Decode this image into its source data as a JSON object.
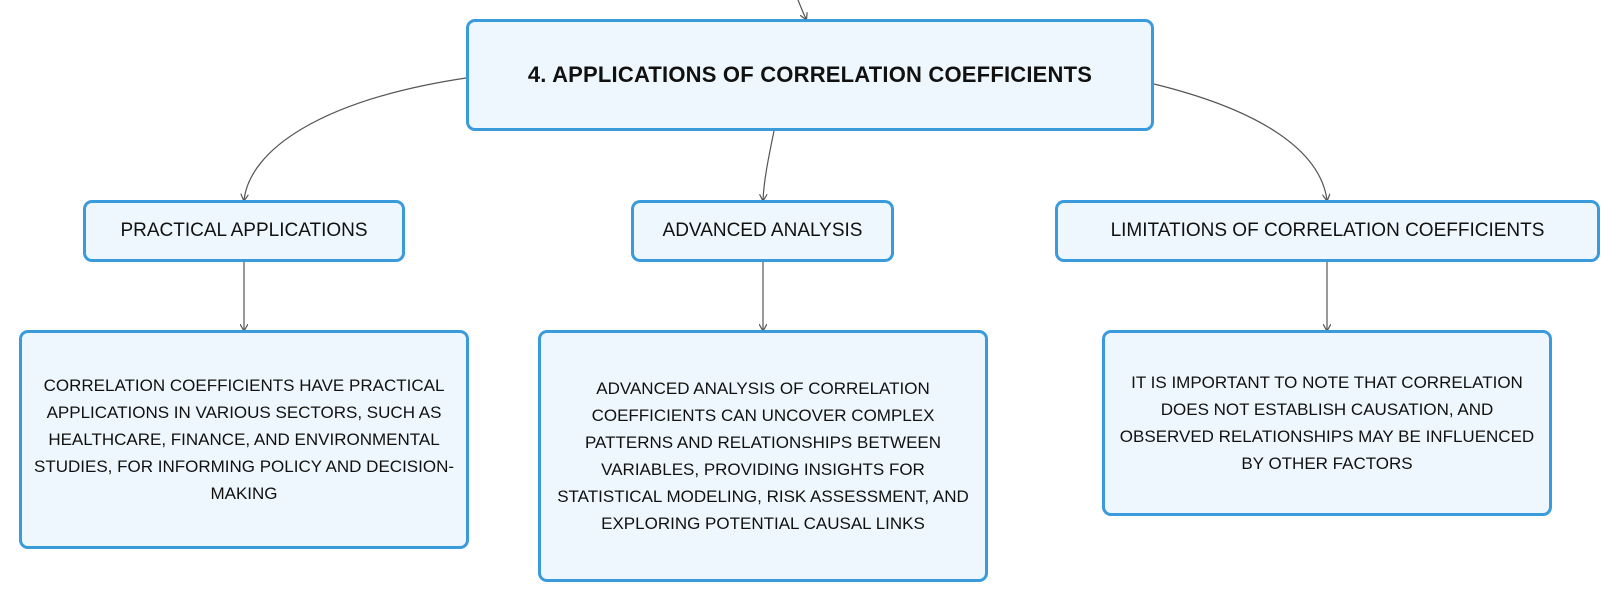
{
  "diagram": {
    "root": {
      "label": "4. APPLICATIONS OF CORRELATION COEFFICIENTS"
    },
    "branches": [
      {
        "label": "PRACTICAL APPLICATIONS",
        "detail": "CORRELATION COEFFICIENTS HAVE PRACTICAL APPLICATIONS IN VARIOUS SECTORS, SUCH AS HEALTHCARE, FINANCE, AND ENVIRONMENTAL STUDIES, FOR INFORMING POLICY AND DECISION-MAKING"
      },
      {
        "label": "ADVANCED ANALYSIS",
        "detail": "ADVANCED ANALYSIS OF CORRELATION COEFFICIENTS CAN UNCOVER COMPLEX PATTERNS AND RELATIONSHIPS BETWEEN VARIABLES, PROVIDING INSIGHTS FOR STATISTICAL MODELING, RISK ASSESSMENT, AND EXPLORING POTENTIAL CAUSAL LINKS"
      },
      {
        "label": "LIMITATIONS OF CORRELATION COEFFICIENTS",
        "detail": "IT IS IMPORTANT TO NOTE THAT CORRELATION DOES NOT ESTABLISH CAUSATION, AND OBSERVED RELATIONSHIPS MAY BE INFLUENCED BY OTHER FACTORS"
      }
    ],
    "colors": {
      "node_border": "#3a9bdc",
      "node_fill": "#eef7fd",
      "connector": "#555555"
    }
  }
}
